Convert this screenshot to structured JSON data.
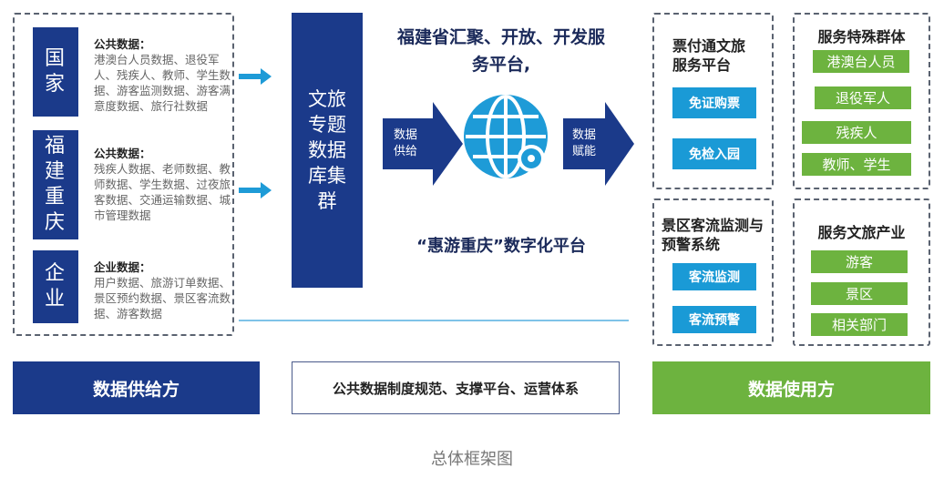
{
  "sources": [
    {
      "label": "国家",
      "title": "公共数据：",
      "text": "港澳台人员数据、退役军人、残疾人、教师、学生数据、游客监测数据、游客满意度数据、旅行社数据"
    },
    {
      "label": "福建重庆",
      "title": "公共数据：",
      "text": "残疾人数据、老师数据、教师数据、学生数据、过夜旅客数据、交通运输数据、城市管理数据"
    },
    {
      "label": "企业",
      "title": "企业数据：",
      "text": "用户数据、旅游订单数据、景区预约数据、景区客流数据、游客数据"
    }
  ],
  "database": "文旅专题数据库集群",
  "platform": {
    "title": "福建省汇聚、开放、开发服务平台,",
    "supply": "数据供给",
    "enable": "数据赋能",
    "name": "“惠游重庆”数字化平台"
  },
  "services": [
    {
      "title": "票付通文旅服务平台",
      "items": [
        "免证购票",
        "免检入园"
      ]
    },
    {
      "title": "服务特殊群体",
      "items": [
        "港澳台人员",
        "退役军人",
        "残疾人",
        "教师、学生"
      ]
    },
    {
      "title": "景区客流监测与预警系统",
      "items": [
        "客流监测",
        "客流预警"
      ]
    },
    {
      "title": "服务文旅产业",
      "items": [
        "游客",
        "景区",
        "相关部门"
      ]
    }
  ],
  "bottom": {
    "left": "数据供给方",
    "middle": "公共数据制度规范、支撑平台、运营体系",
    "right": "数据使用方"
  },
  "caption": "总体框架图",
  "colors": {
    "navy": "#1b3a8a",
    "blue": "#1a9ad6",
    "green": "#6db33f"
  }
}
